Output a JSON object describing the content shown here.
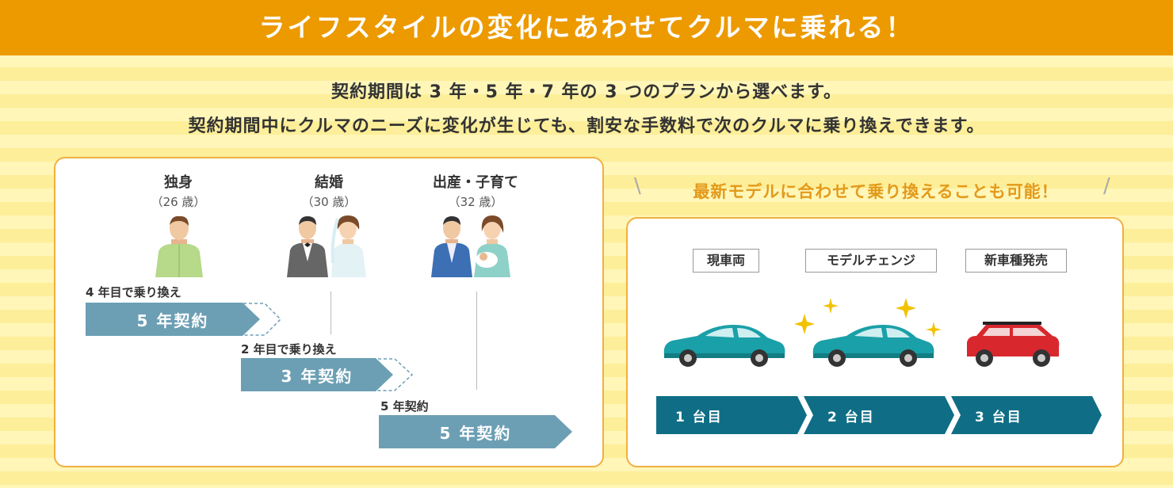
{
  "banner": {
    "title": "ライフスタイルの変化にあわせてクルマに乗れる！"
  },
  "intro": {
    "line1": "契約期間は 3 年・5 年・7 年の 3 つのプランから選べます。",
    "line2": "契約期間中にクルマのニーズに変化が生じても、割安な手数料で次のクルマに乗り換えできます。"
  },
  "stages": [
    {
      "title": "独身",
      "age": "（26 歳）"
    },
    {
      "title": "結婚",
      "age": "（30 歳）"
    },
    {
      "title": "出産・子育て",
      "age": "（32 歳）"
    }
  ],
  "contracts": [
    {
      "note": "4 年目で乗り換え",
      "label": "5 年契約"
    },
    {
      "note": "2 年目で乗り換え",
      "label": "3 年契約"
    },
    {
      "note": "5 年契約",
      "label": "5 年契約"
    }
  ],
  "right": {
    "tagline": "最新モデルに合わせて乗り換えることも可能！",
    "slash_left": "\\",
    "slash_right": "/",
    "tags": [
      "現車両",
      "モデルチェンジ",
      "新車種発売"
    ],
    "steps": [
      "1 台目",
      "2 台目",
      "3 台目"
    ]
  },
  "colors": {
    "banner": "#ec9a00",
    "arrow": "#6c9fb4",
    "step": "#0f6e86",
    "accent": "#e39a1a",
    "teal_car": "#1aa0a8",
    "red_car": "#d9272e"
  }
}
